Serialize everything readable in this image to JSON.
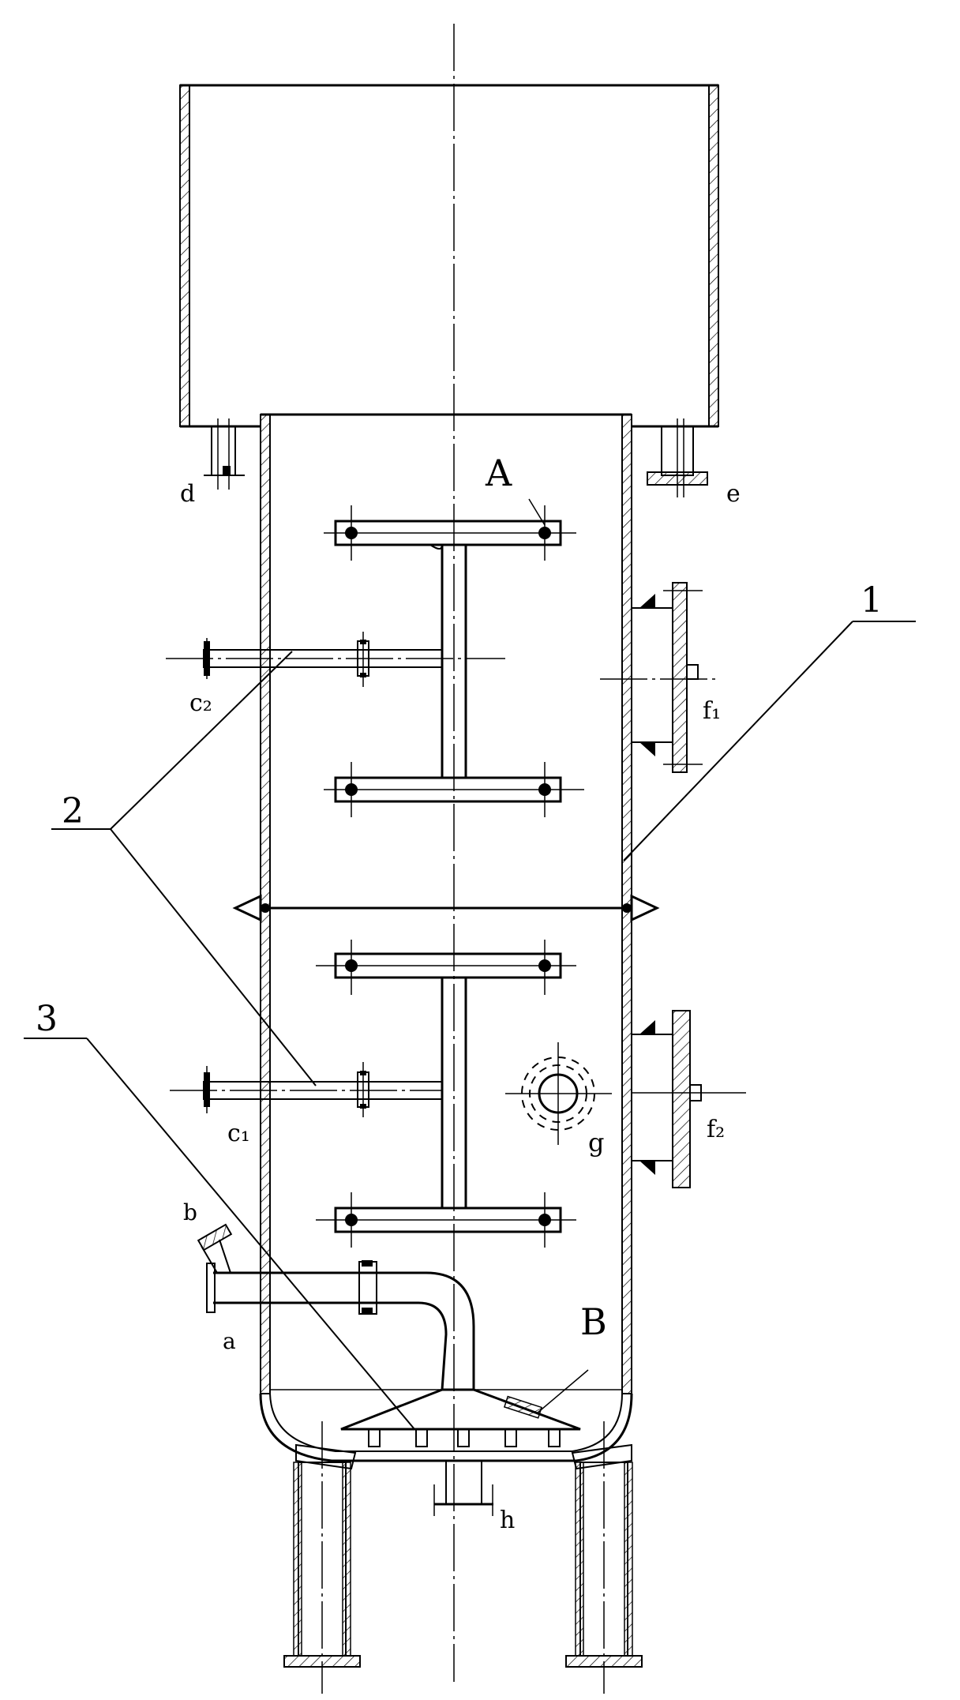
{
  "labels": {
    "A": "A",
    "B": "B",
    "d": "d",
    "e": "e",
    "c2": "c₂",
    "c1": "c₁",
    "f1": "f₁",
    "f2": "f₂",
    "g": "g",
    "b": "b",
    "a": "a",
    "h": "h",
    "n1": "1",
    "n2": "2",
    "n3": "3"
  }
}
